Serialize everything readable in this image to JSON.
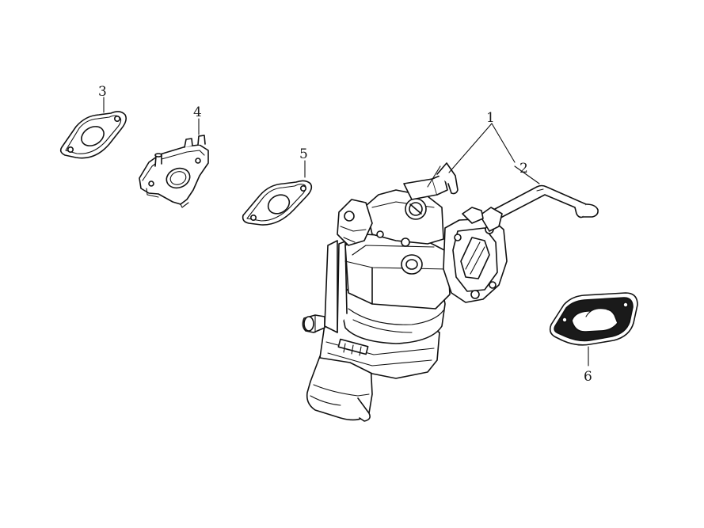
{
  "callouts": [
    {
      "id": "label-1",
      "text": "1"
    },
    {
      "id": "label-2",
      "text": "2"
    },
    {
      "id": "label-3",
      "text": "3"
    },
    {
      "id": "label-4",
      "text": "4"
    },
    {
      "id": "label-5",
      "text": "5"
    },
    {
      "id": "label-6",
      "text": "6"
    }
  ],
  "colors": {
    "line": "#111111",
    "background": "#ffffff"
  }
}
